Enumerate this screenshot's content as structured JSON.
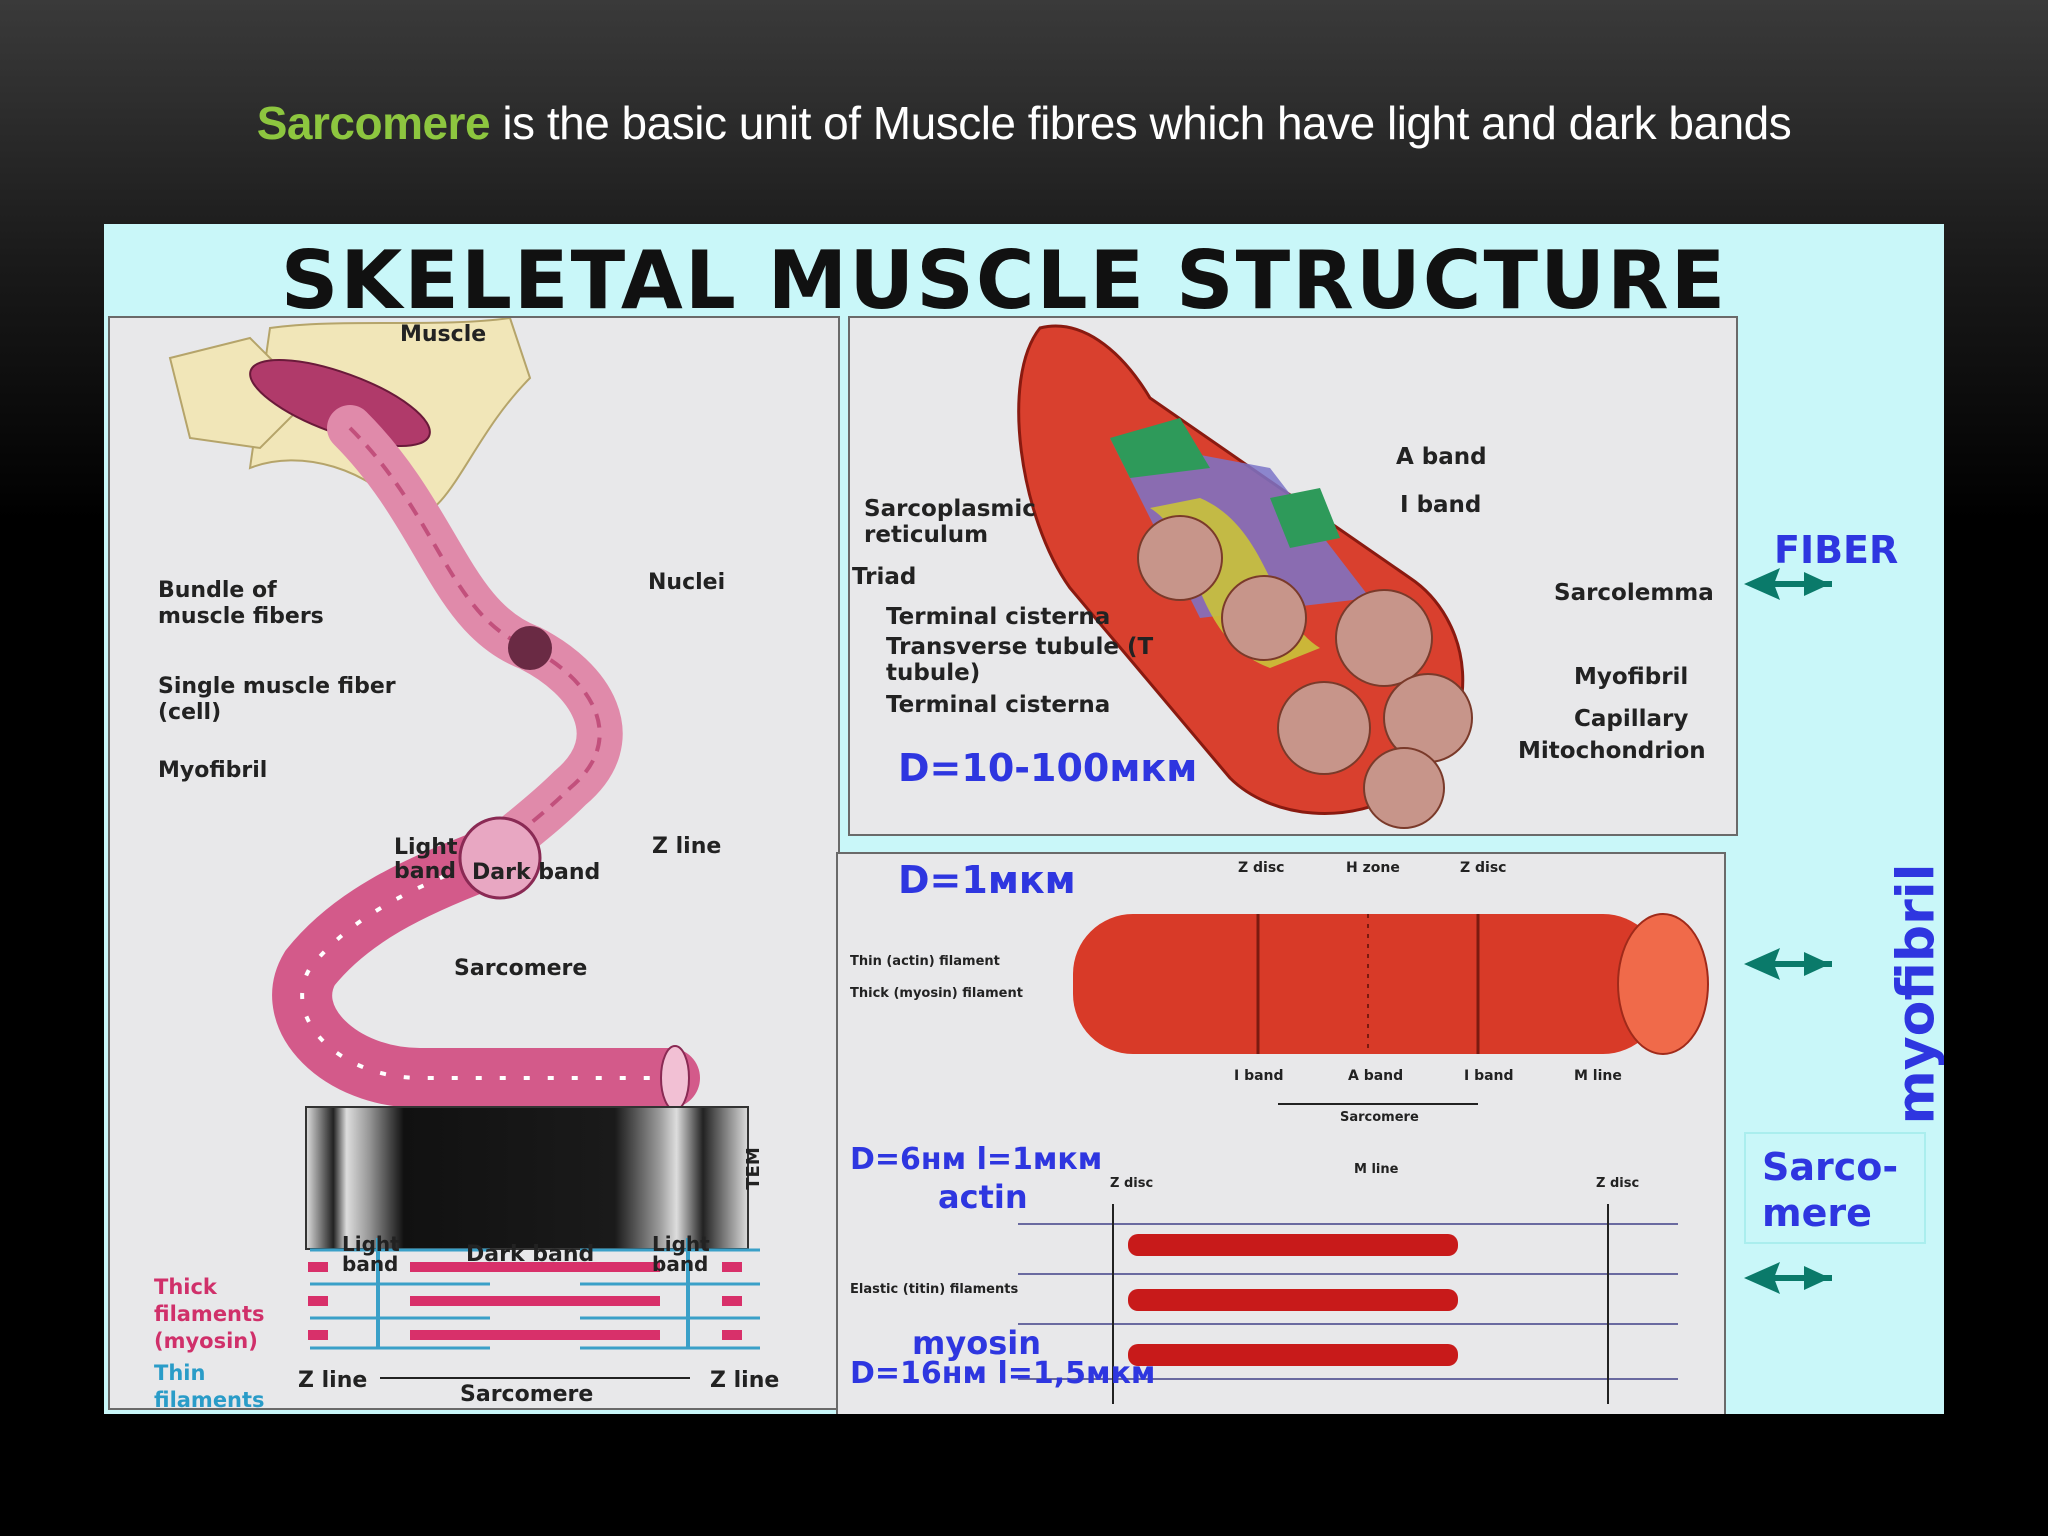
{
  "slide": {
    "caption_highlight": "Sarcomere",
    "caption_rest": " is the basic unit of Muscle fibres which have light and dark bands",
    "accent_color": "#8dc63f"
  },
  "figure": {
    "title": "SKELETAL MUSCLE STRUCTURE",
    "left_panel": {
      "muscle": "Muscle",
      "bundle": "Bundle of muscle fibers",
      "nuclei": "Nuclei",
      "single_fiber": "Single muscle fiber (cell)",
      "myofibril": "Myofibril",
      "light_band": "Light band",
      "dark_band": "Dark band",
      "z_line": "Z line",
      "sarcomere": "Sarcomere",
      "tem": "TEM",
      "light_band_2": "Light band",
      "dark_band_2": "Dark band",
      "light_band_3": "Light band",
      "thick_filaments": "Thick filaments (myosin)",
      "thin_filaments": "Thin filaments (actin)",
      "z_line_left": "Z line",
      "z_line_right": "Z line",
      "sarcomere_bottom": "Sarcomere"
    },
    "fiber_panel": {
      "a_band": "A band",
      "i_band": "I band",
      "sarcoplasmic": "Sarcoplasmic reticulum",
      "triad": "Triad",
      "terminal_cisterna_1": "Terminal cisterna",
      "transverse_tubule": "Transverse tubule (T tubule)",
      "terminal_cisterna_2": "Terminal cisterna",
      "sarcolemma": "Sarcolemma",
      "myofibril": "Myofibril",
      "capillary": "Capillary",
      "mitochondrion": "Mitochondrion",
      "diameter": "D=10-100мкм"
    },
    "myofibril_panel": {
      "diameter": "D=1мкм",
      "z_disc_left": "Z disc",
      "h_zone": "H zone",
      "z_disc_right": "Z disc",
      "thin_filament": "Thin (actin) filament",
      "thick_filament": "Thick (myosin) filament",
      "i_band_left": "I band",
      "a_band": "A band",
      "i_band_right": "I band",
      "m_line": "M line",
      "sarcomere": "Sarcomere",
      "actin_size": "D=6нм l=1мкм",
      "actin": "actin",
      "z_disc_2": "Z disc",
      "m_line_2": "M line",
      "z_disc_3": "Z disc",
      "elastic": "Elastic (titin) filaments",
      "myosin": "myosin",
      "myosin_size": "D=16нм l=1,5мкм"
    },
    "side_labels": {
      "fiber": "FIBER",
      "myofibril": "myofibril",
      "sarcomere": "Sarco- mere"
    }
  }
}
